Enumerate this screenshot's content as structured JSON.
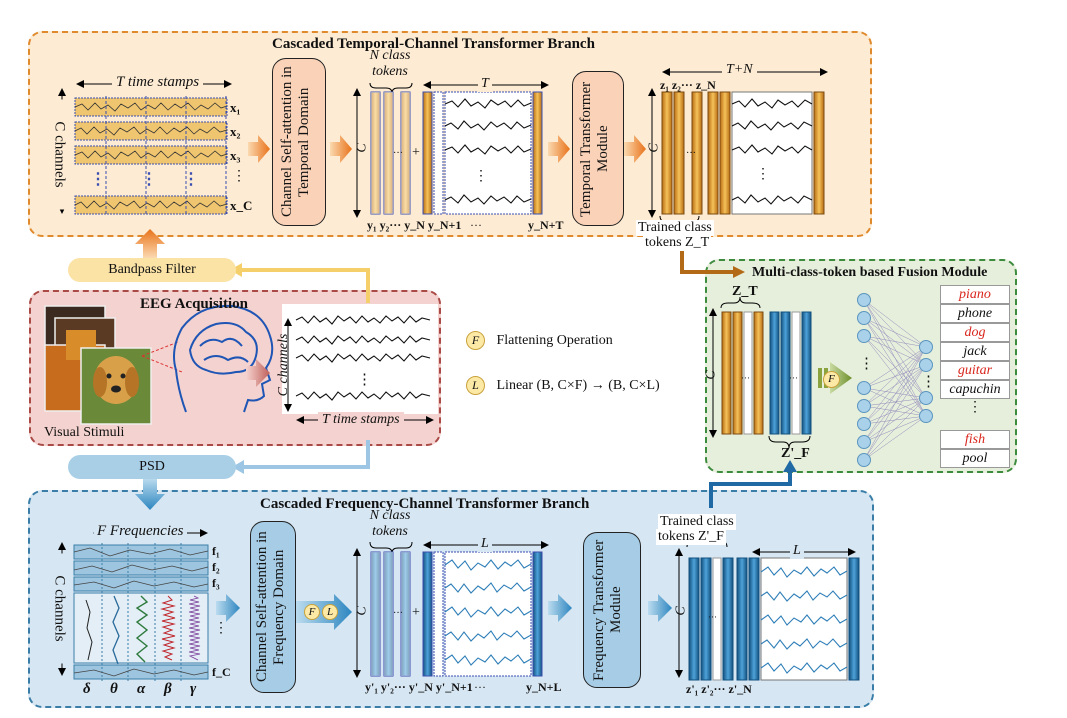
{
  "temporal_branch": {
    "title": "Cascaded Temporal-Channel Transformer Branch",
    "time_stamps_label": "T time stamps",
    "channels_label": "C channels",
    "signal_labels": [
      "x₁",
      "x₂",
      "x₃",
      "⋮",
      "x_C"
    ],
    "self_attention_label": "Channel Self-attention in Temporal Domain",
    "n_class_tokens_label": "N class tokens",
    "c_label": "C",
    "t_label": "T",
    "plus": "+",
    "dots_h": "···",
    "dots_v": "⋮",
    "token_subscripts": "y₁ y₂··· y_N y_N+1",
    "token_end": "y_N+T",
    "transformer_label": "Temporal Transformer Module",
    "tn_label": "T+N",
    "z_tokens_label": "z₁ z₂··· z_N",
    "trained_label_1": "Trained class",
    "trained_label_2": "tokens Z_T"
  },
  "bandpass_label": "Bandpass Filter",
  "psd_label": "PSD",
  "eeg_acquisition": {
    "title": "EEG Acquisition",
    "visual_stimuli_label": "Visual Stimuli",
    "channels_label": "C channels",
    "time_stamps_label": "T time stamps"
  },
  "legend": {
    "flatten_symbol": "F",
    "flatten_label": "Flattening Operation",
    "linear_symbol": "L",
    "linear_label": "Linear (B, C×F) → (B, C×L)"
  },
  "fusion_module": {
    "title": "Multi-class-token based Fusion Module",
    "zt_label": "Z_T",
    "zf_label": "Z'_F",
    "c_label": "C",
    "f_symbol": "F",
    "classes": [
      {
        "name": "piano",
        "highlight": true
      },
      {
        "name": "phone",
        "highlight": false
      },
      {
        "name": "dog",
        "highlight": true
      },
      {
        "name": "jack",
        "highlight": false
      },
      {
        "name": "guitar",
        "highlight": true
      },
      {
        "name": "capuchin",
        "highlight": false
      },
      {
        "name": "⋮",
        "highlight": false
      },
      {
        "name": "fish",
        "highlight": true
      },
      {
        "name": "pool",
        "highlight": false
      }
    ]
  },
  "frequency_branch": {
    "title": "Cascaded Frequency-Channel Transformer Branch",
    "frequencies_label": "F   Frequencies",
    "channels_label": "C channels",
    "signal_labels": [
      "f₁",
      "f₂",
      "f₃",
      "⋮",
      "f_C"
    ],
    "band_labels": [
      "δ",
      "θ",
      "α",
      "β",
      "γ"
    ],
    "self_attention_label": "Channel Self-attention in Frequency Domain",
    "n_class_tokens_label": "N class tokens",
    "c_label": "C",
    "l_label": "L",
    "plus": "+",
    "dots_h": "···",
    "token_subscripts": "y'₁ y'₂··· y'_N y'_N+1",
    "token_end": "y_N+L",
    "transformer_label": "Frequency Transformer Module",
    "trained_label_1": "Trained class",
    "trained_label_2": "tokens Z'_F",
    "z_tokens_label": "z'₁ z'₂··· z'_N"
  },
  "colors": {
    "temporal_bg": "#fdebd3",
    "temporal_border": "#e08a2e",
    "acquisition_bg": "#f4d2cf",
    "acquisition_border": "#a94a46",
    "fusion_bg": "#e6efdc",
    "fusion_border": "#3d8b3d",
    "frequency_bg": "#d6e6f2",
    "frequency_border": "#3a7ea8",
    "orange_token": "#e8a329",
    "blue_token": "#2f7fb8",
    "highlight_class": "#d9261c"
  }
}
